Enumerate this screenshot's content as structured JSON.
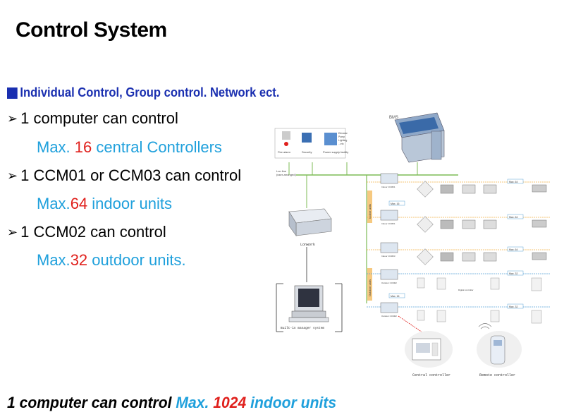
{
  "title": "Control System",
  "heading": "Individual Control, Group control. Network ect.",
  "items": [
    {
      "main": "1 computer can control",
      "sub_pre": "Max. ",
      "sub_num": "16",
      "sub_post": " central Controllers"
    },
    {
      "main": "1 CCM01 or CCM03  can control",
      "sub_pre": "Max.",
      "sub_num": "64",
      "sub_post": " indoor units"
    },
    {
      "main": "1 CCM02 can control",
      "sub_pre": "Max.",
      "sub_num": "32",
      "sub_post": " outdoor units."
    }
  ],
  "footer": {
    "pre": "1 computer can control ",
    "max": "Max. ",
    "num": "1024",
    "post": " indoor units"
  },
  "diagram": {
    "bms": "BMS",
    "devices": [
      "Fire alarm",
      "Security",
      "Power supply facility"
    ],
    "facility_list": [
      "Elevator",
      "Pump",
      "Lighting",
      "...etc"
    ],
    "line_label": [
      "Lon line",
      "(user-arranged)"
    ],
    "lonwork": "Lonwork",
    "system": "Built-in manager system",
    "side_label_indoor": "Indoor units",
    "side_label_outdoor": "Outdoor units",
    "ccm_labels": [
      "Indoor CCM01",
      "Indoor CCM01",
      "Indoor CCM03",
      "Outdoor CCM02",
      "Outdoor CCM02"
    ],
    "max_labels": [
      "Max. 64",
      "Max. 16",
      "Max. 64",
      "Max. 64",
      "Max. 32",
      "Max. 16",
      "Max. 32"
    ],
    "digital_line": "Digital controller",
    "central_controller": "Central controller",
    "remote_controller": "Remote controller",
    "colors": {
      "blue": "#1a2fb0",
      "cyan": "#1fa0dc",
      "red": "#e0201c",
      "green_line": "#7dbb56",
      "orange_line": "#f2b24a",
      "blue_line": "#5aa2d6"
    }
  }
}
